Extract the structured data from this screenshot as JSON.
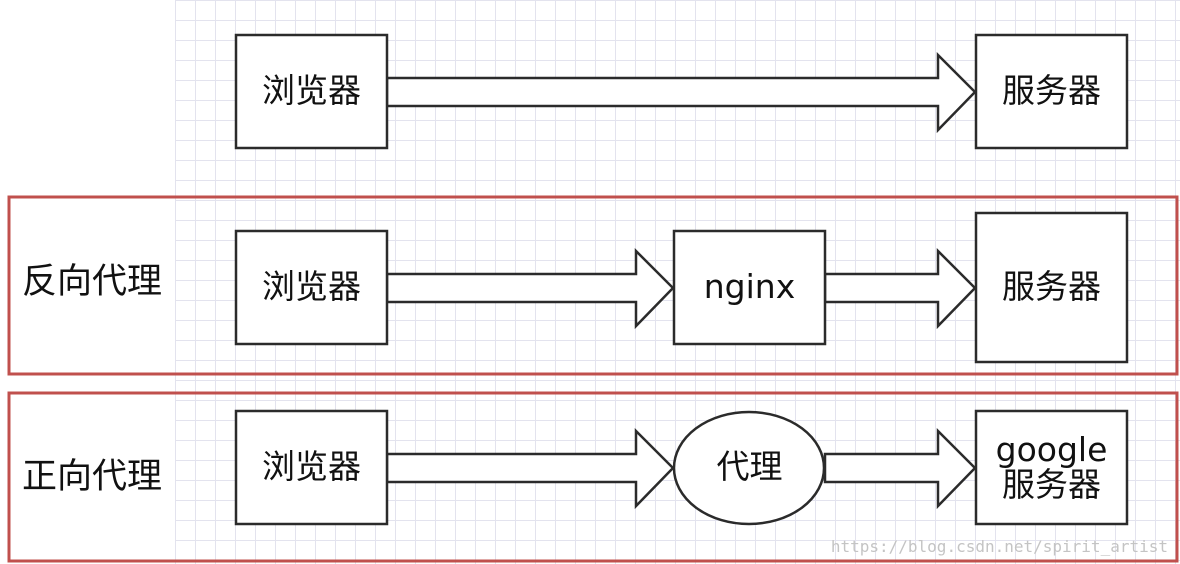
{
  "colors": {
    "frame": "#c0504d",
    "box_stroke": "#2b2b2b",
    "box_fill": "#ffffff",
    "grid": "#e3e3ee"
  },
  "rows": [
    {
      "label": "",
      "nodes": [
        {
          "text": "浏览器",
          "shape": "rect"
        },
        {
          "text": "服务器",
          "shape": "rect"
        }
      ]
    },
    {
      "label": "反向代理",
      "nodes": [
        {
          "text": "浏览器",
          "shape": "rect"
        },
        {
          "text": "nginx",
          "shape": "rect"
        },
        {
          "text": "服务器",
          "shape": "rect"
        }
      ]
    },
    {
      "label": "正向代理",
      "nodes": [
        {
          "text": "浏览器",
          "shape": "rect"
        },
        {
          "text": "代理",
          "shape": "ellipse"
        },
        {
          "text": "google\n服务器",
          "shape": "rect"
        }
      ]
    }
  ],
  "watermark": "https://blog.csdn.net/spirit_artist"
}
